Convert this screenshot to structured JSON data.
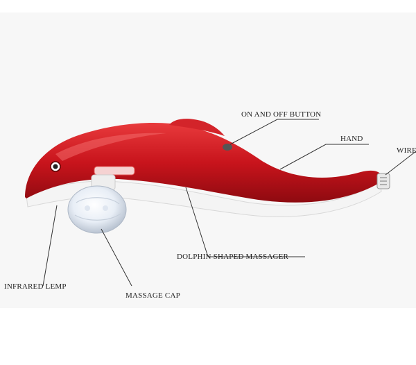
{
  "labels": {
    "on_off_button": "ON AND OFF BUTTON",
    "hand": "HAND",
    "wire": "WIRE",
    "dolphin_shaped_massager": "DOLPHIN SHAPED MASSAGER",
    "infrared_lemp": "INFRARED LEMP",
    "massage_cap": "MASSAGE CAP"
  },
  "colors": {
    "body_red": "#c8141c",
    "underside_white": "#f4f4f4",
    "leader_line": "#333333",
    "text": "#222222"
  }
}
